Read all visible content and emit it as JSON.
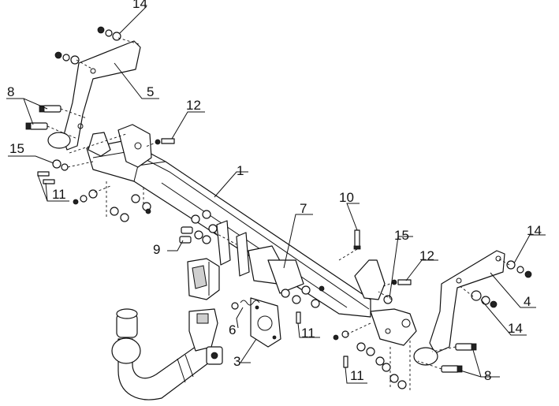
{
  "callouts": {
    "c1": "1",
    "c3": "3",
    "c4": "4",
    "c5": "5",
    "c6": "6",
    "c7": "7",
    "c8_left": "8",
    "c8_right": "8",
    "c9": "9",
    "c10": "10",
    "c11_left": "11",
    "c11_mid": "11",
    "c11_bottom": "11",
    "c12_left": "12",
    "c12_right": "12",
    "c14_top": "14",
    "c14_right_top": "14",
    "c14_right_bottom": "14",
    "c15_left": "15",
    "c15_right": "15"
  }
}
